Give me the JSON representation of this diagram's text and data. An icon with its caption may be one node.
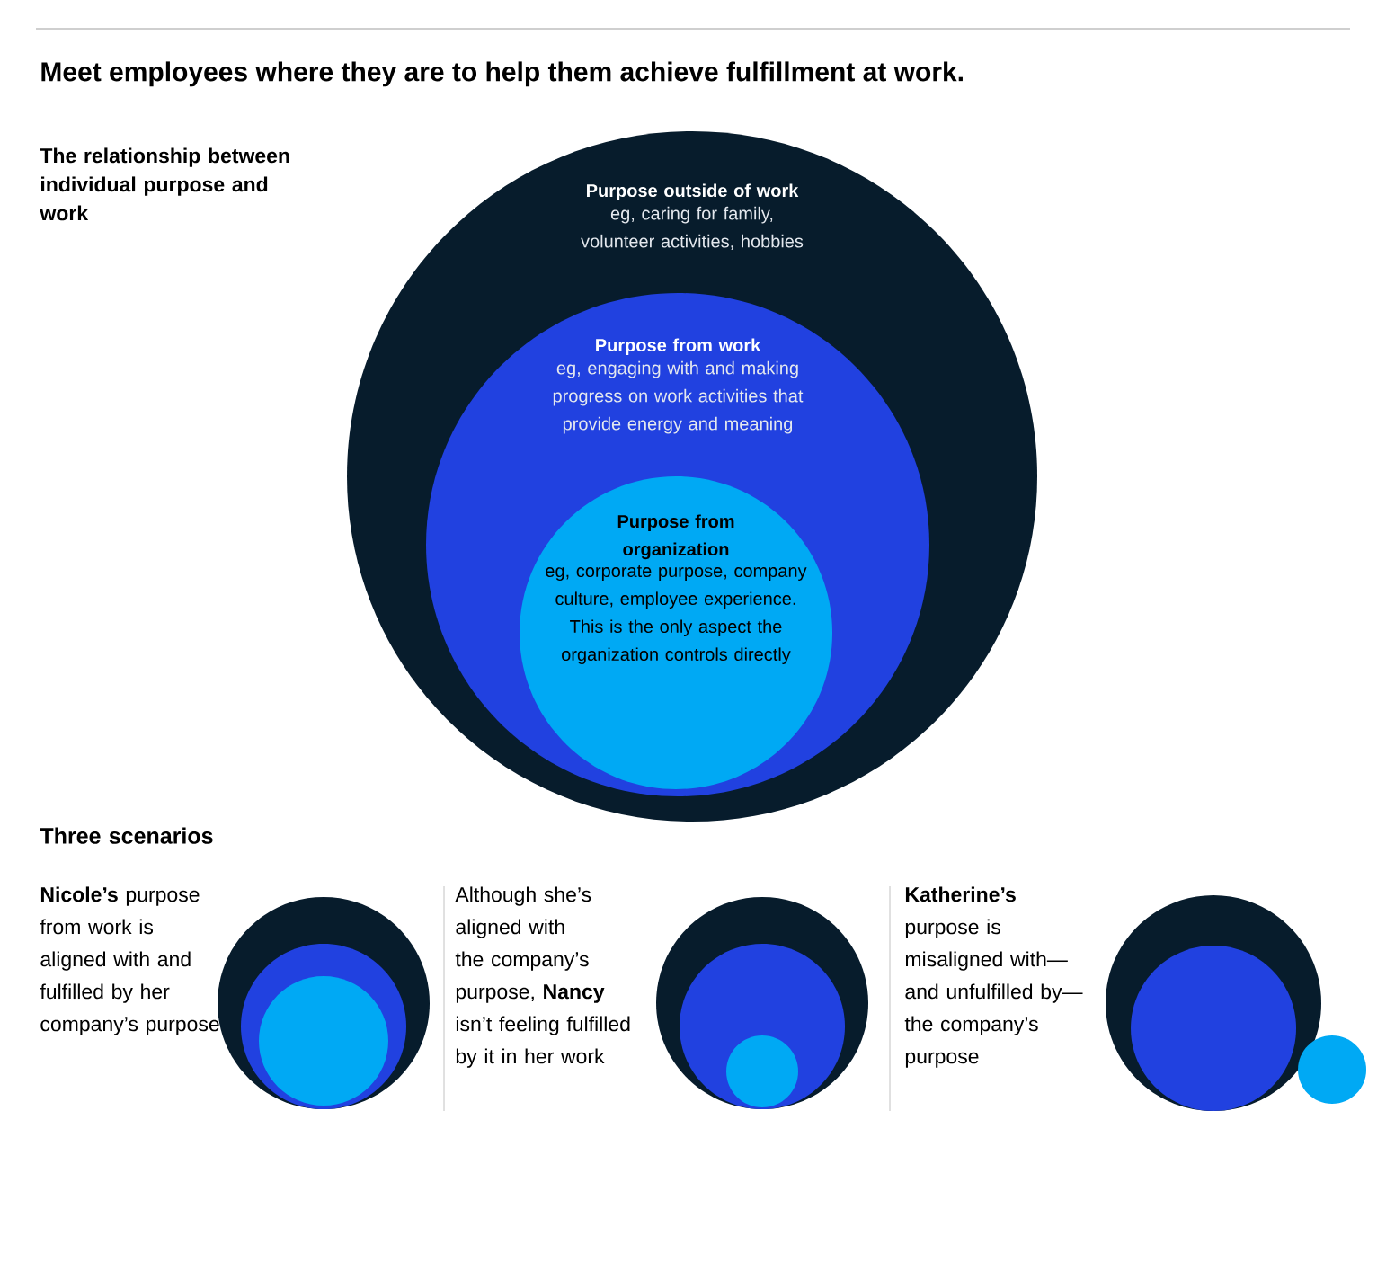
{
  "diagram": {
    "title": "Meet employees where they are to help them achieve fulfillment at work.",
    "nodes": [
      {
        "text": [
          "Purpose outside of work",
          "eg, caring for family, volunteer activities, hobbies"
        ]
      },
      {
        "text": [
          "Purpose from work",
          "eg, engaging with and making progress on work activities that provide energy and meaning"
        ],
        "in": 0
      },
      {
        "text": [
          "Purpose from organization",
          "eg, corporate purpose, company culture, employee experience. This is the only aspect the organization controls directly"
        ],
        "in": 1
      },
      {
        "text": [],
        "shape": "circle"
      },
      {
        "text": [],
        "shape": "circle",
        "in": 3
      },
      {
        "text": [],
        "shape": "circle",
        "in": 4
      },
      {
        "text": [],
        "shape": "circle"
      },
      {
        "text": [],
        "shape": "circle",
        "in": 6
      },
      {
        "text": [],
        "shape": "circle",
        "in": 7
      },
      {
        "text": [],
        "shape": "circle"
      },
      {
        "text": [],
        "shape": "circle",
        "in": 9
      },
      {
        "text": [],
        "shape": "circle"
      }
    ],
    "labels": [
      "The relationship between individual purpose and work",
      "Three scenarios",
      "**Nicole’s** purpose from work is aligned with and fulfilled by her company’s purpose",
      "Although she’s aligned with the company’s purpose, **Nancy** isn’t feeling fulfilled by it in her work",
      "**Katherine’s** purpose is misaligned with—and unfulfilled by—the company’s purpose"
    ]
  }
}
